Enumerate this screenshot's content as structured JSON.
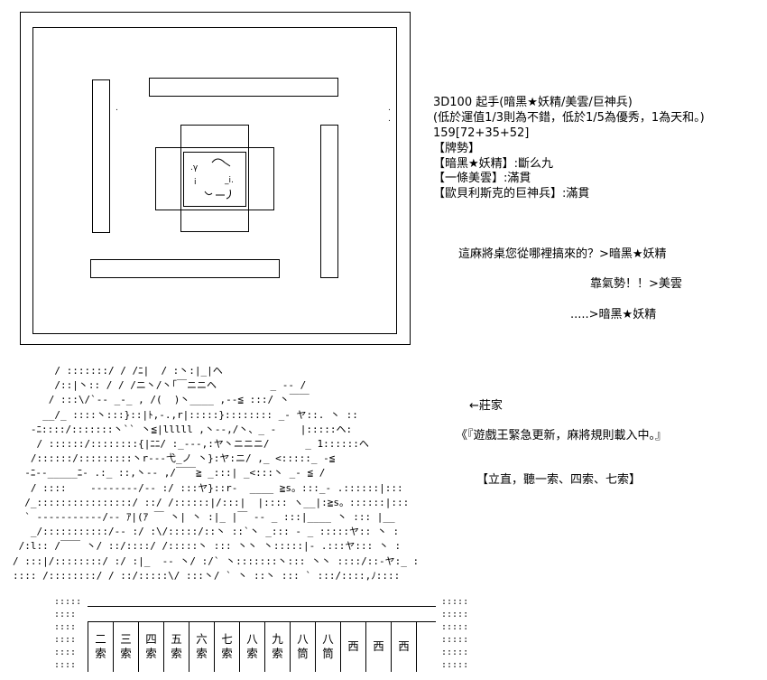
{
  "info": {
    "line1": "3D100 起手(暗黑★妖精/美雲/巨神兵)",
    "line2": "(低於運值1/3則為不錯，低於1/5為優秀，1為天和。)",
    "line3": "159[72+35+52]",
    "line4": "【牌勢】",
    "line5": "【暗黑★妖精】:斷么九",
    "line6": "【一條美雲】:滿貫",
    "line7": "【歐貝利斯克的巨神兵】:滿貫"
  },
  "dialogue": {
    "q1": "這麻將桌您從哪裡搞來的？>暗黑★妖精",
    "q2": "靠氣勢！！>美雲",
    "q3": ".....>暗黑★妖精"
  },
  "dealer": {
    "arrow": "←",
    "label": "莊家"
  },
  "notice": "《『遊戲王緊急更新，麻將規則載入中。』",
  "riichi": "【立直，聽一索、四索、七索】",
  "ascii_art": "       / :::::::/ / /ﾆ|  / :丶:|_|ヘ\n       /::|丶:: / / /ニ丶/丶｢￣ニニヘ         _ -- /\n      / :::\\/`-- _-_ , /(  )丶____ ,--≦ :::/ 丶￣￣\n     __/_ ::::丶:::}::|ﾄ,-.,r|:::::}:::::::: _- ヤ::. 丶 ::\n   -ﾆ::::/:::::::丶`` 丶≦|lllll ,丶--,/丶、_ -    |:::::ヘ:\n    / ::::::/::::::::{|ﾆﾆ/ :_---,:ヤ丶ニニニ/      _ 1::::::ヘ\n   /::::::/:::::::::丶r---弋_ノ 丶}:ヤ:ニ/ ,_ <:::::_ -≦\n  -ﾆ--_____ﾆ- .:_ ::,丶-- ,/￣￣≧ _:::| _<:::丶 _- ≦ /\n   / ::::    --------/-- :/ :::ヤ}::r-  ____ ≧s。:::_- .::::::|:::\n  /_::::::::::::::::/ ::/ /::::::|/:::|  |:::: ヽ__|:≧s。::::::|:::\n  ` -----------/-- ｱ|(ｱ ￣ 丶| 丶 :|_ |￣ -- _ :::|____ 丶 ::: |__\n   _/:::::::::::/-- :/ :\\/:::::/::丶 ::`丶 _::: - _ :::::ヤ:: 丶 :\n /:l:: /￣￣ 丶/ ::/::::/ /:::::丶 ::: 丶丶 丶:::::|- .:::ヤ::: 丶 :\n/ :::|/::::::::/ :/ :|_  -- 丶/ :/` 丶:::::::丶::: 丶丶 ::::/::-ヤ:_ :\n:::: /::::::::/ / ::/:::::\\/ :::丶/ ` 丶 ::丶 ::: ` :::/::::,ﾉ::::",
  "tiles": [
    {
      "top": "二",
      "bottom": "索"
    },
    {
      "top": "三",
      "bottom": "索"
    },
    {
      "top": "四",
      "bottom": "索"
    },
    {
      "top": "五",
      "bottom": "索"
    },
    {
      "top": "六",
      "bottom": "索"
    },
    {
      "top": "七",
      "bottom": "索"
    },
    {
      "top": "八",
      "bottom": "索"
    },
    {
      "top": "九",
      "bottom": "索"
    },
    {
      "top": "八",
      "bottom": "筒"
    },
    {
      "top": "八",
      "bottom": "筒"
    },
    {
      "top": "西",
      "bottom": ""
    },
    {
      "top": "西",
      "bottom": ""
    },
    {
      "top": "西",
      "bottom": ""
    }
  ],
  "dots_left": ":::::\n::::\n::::\n::::\n::::\n::::",
  "dots_right": ":::::\n:::::\n:::::\n:::::\n:::::\n:::::"
}
